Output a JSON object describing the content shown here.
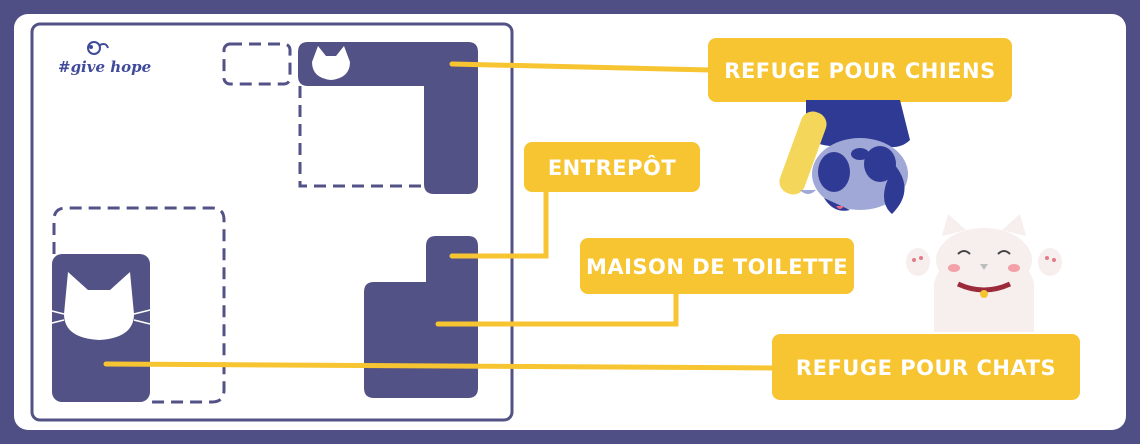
{
  "logo": {
    "text": "#give hope"
  },
  "labels": {
    "dog_shelter": "REFUGE POUR CHIENS",
    "warehouse": "ENTREPÔT",
    "grooming_house": "MAISON DE TOILETTE",
    "cat_shelter": "REFUGE POUR CHATS"
  },
  "colors": {
    "background": "#4f4f86",
    "building": "#525287",
    "callout": "#f7c531",
    "callout_text": "#ffffff",
    "dashed_outline": "#525287"
  },
  "icons": {
    "dog_shelter": "dog-head-icon",
    "cat_shelter": "cat-head-icon",
    "dog_mascot": "dog-mascot-illustration",
    "cat_mascot": "cat-mascot-illustration"
  }
}
